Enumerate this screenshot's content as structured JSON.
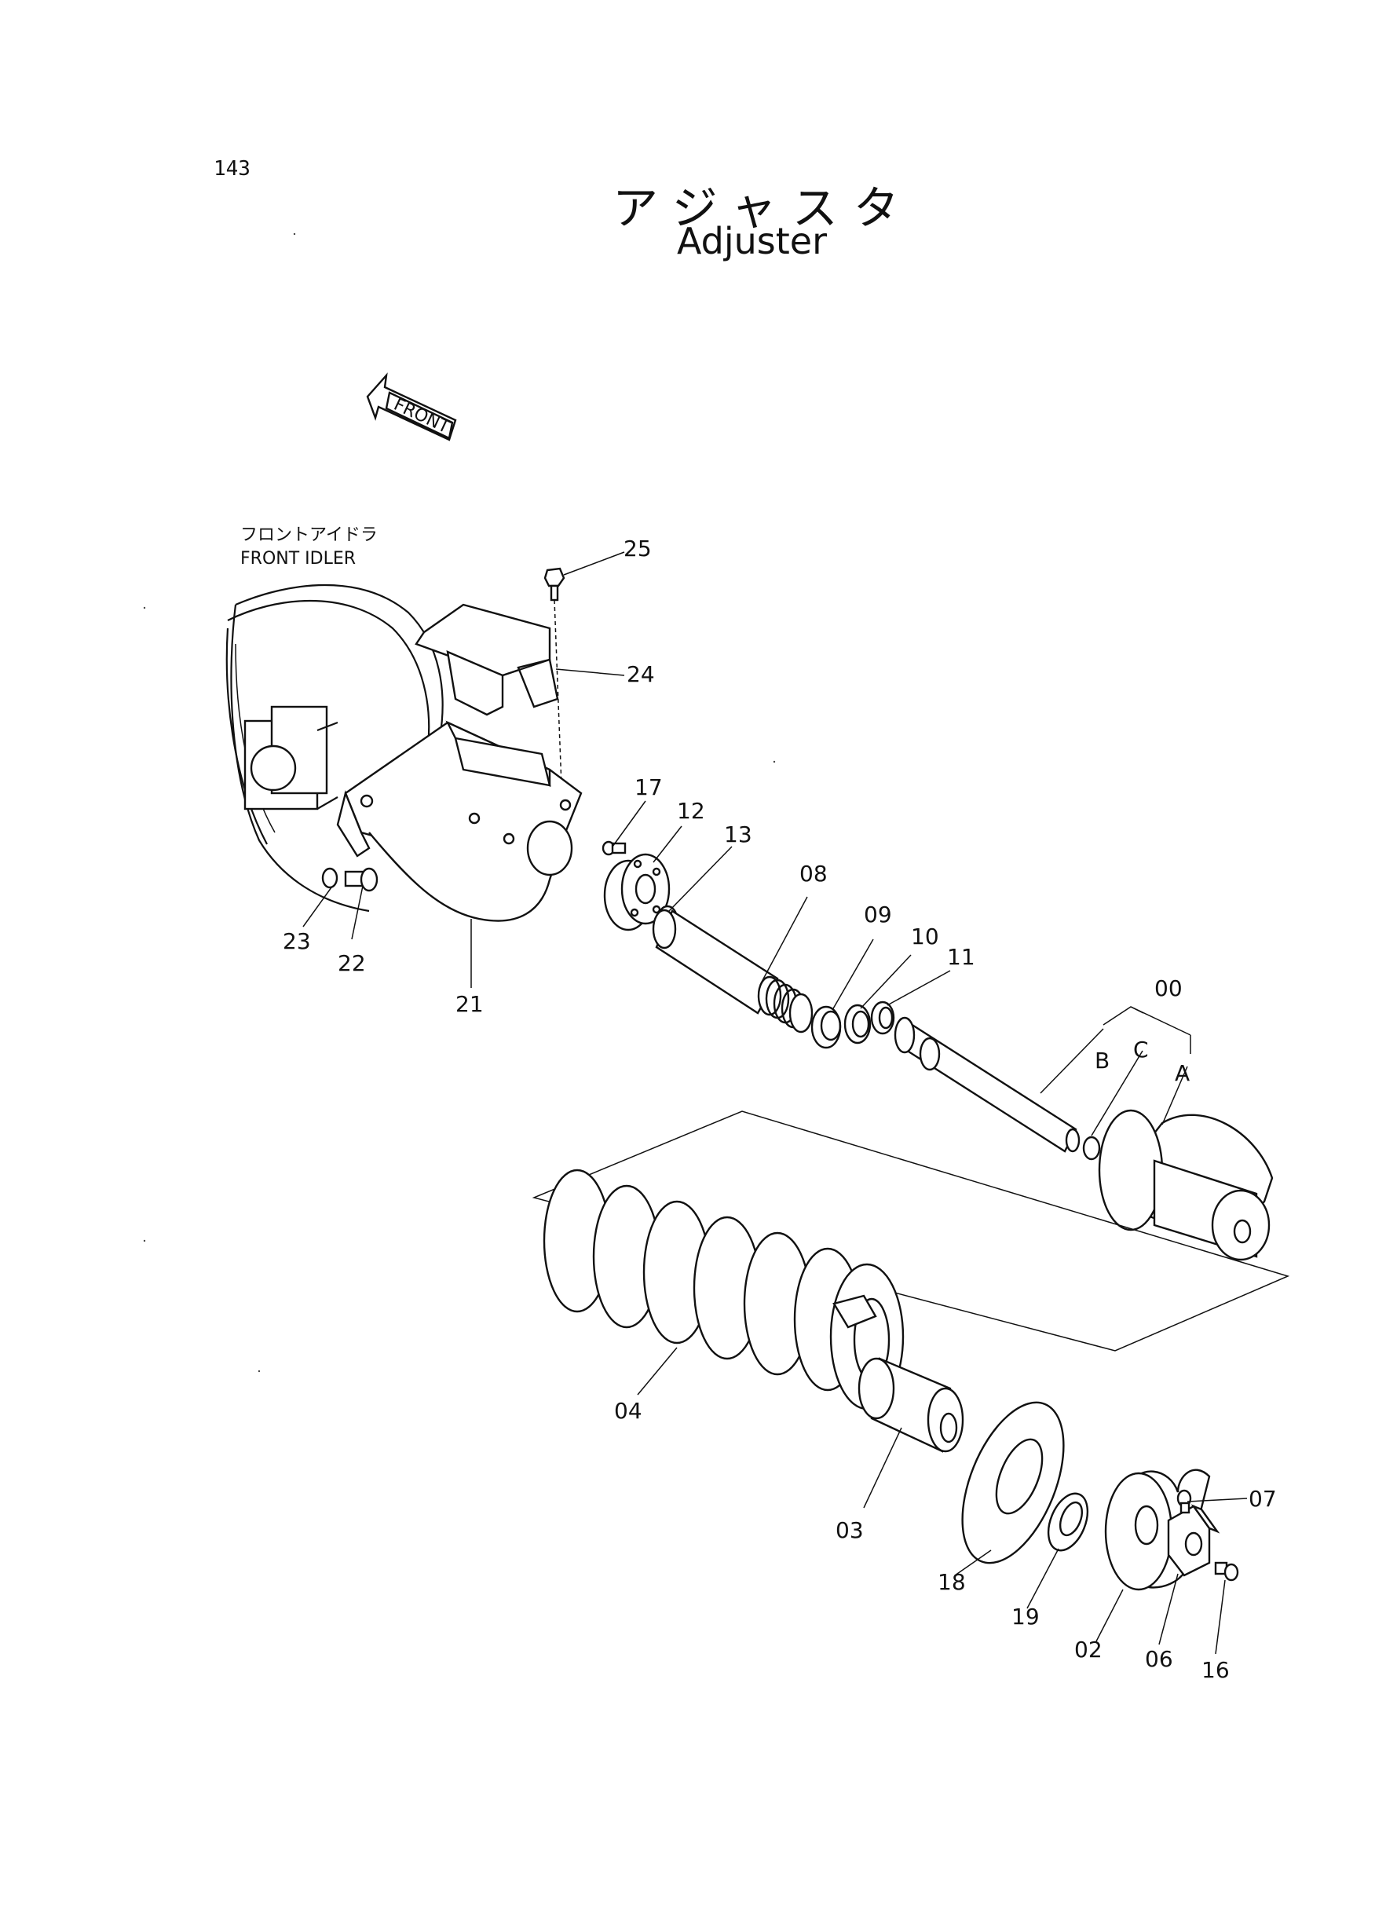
{
  "page_number": "143",
  "title_ja": "アジャスタ",
  "title_en": "Adjuster",
  "front_arrow_label": "FRONT",
  "front_idler_label_ja": "フロントアイドラ",
  "front_idler_label_en": "FRONT IDLER",
  "parts": [
    {
      "id": "25",
      "label": "25"
    },
    {
      "id": "24",
      "label": "24"
    },
    {
      "id": "17",
      "label": "17"
    },
    {
      "id": "12",
      "label": "12"
    },
    {
      "id": "13",
      "label": "13"
    },
    {
      "id": "08",
      "label": "08"
    },
    {
      "id": "09",
      "label": "09"
    },
    {
      "id": "10",
      "label": "10"
    },
    {
      "id": "11",
      "label": "11"
    },
    {
      "id": "00",
      "label": "00"
    },
    {
      "id": "B",
      "label": "B"
    },
    {
      "id": "C",
      "label": "C"
    },
    {
      "id": "A",
      "label": "A"
    },
    {
      "id": "23",
      "label": "23"
    },
    {
      "id": "22",
      "label": "22"
    },
    {
      "id": "21",
      "label": "21"
    },
    {
      "id": "04",
      "label": "04"
    },
    {
      "id": "03",
      "label": "03"
    },
    {
      "id": "18",
      "label": "18"
    },
    {
      "id": "19",
      "label": "19"
    },
    {
      "id": "02",
      "label": "02"
    },
    {
      "id": "06",
      "label": "06"
    },
    {
      "id": "16",
      "label": "16"
    },
    {
      "id": "07",
      "label": "07"
    }
  ]
}
